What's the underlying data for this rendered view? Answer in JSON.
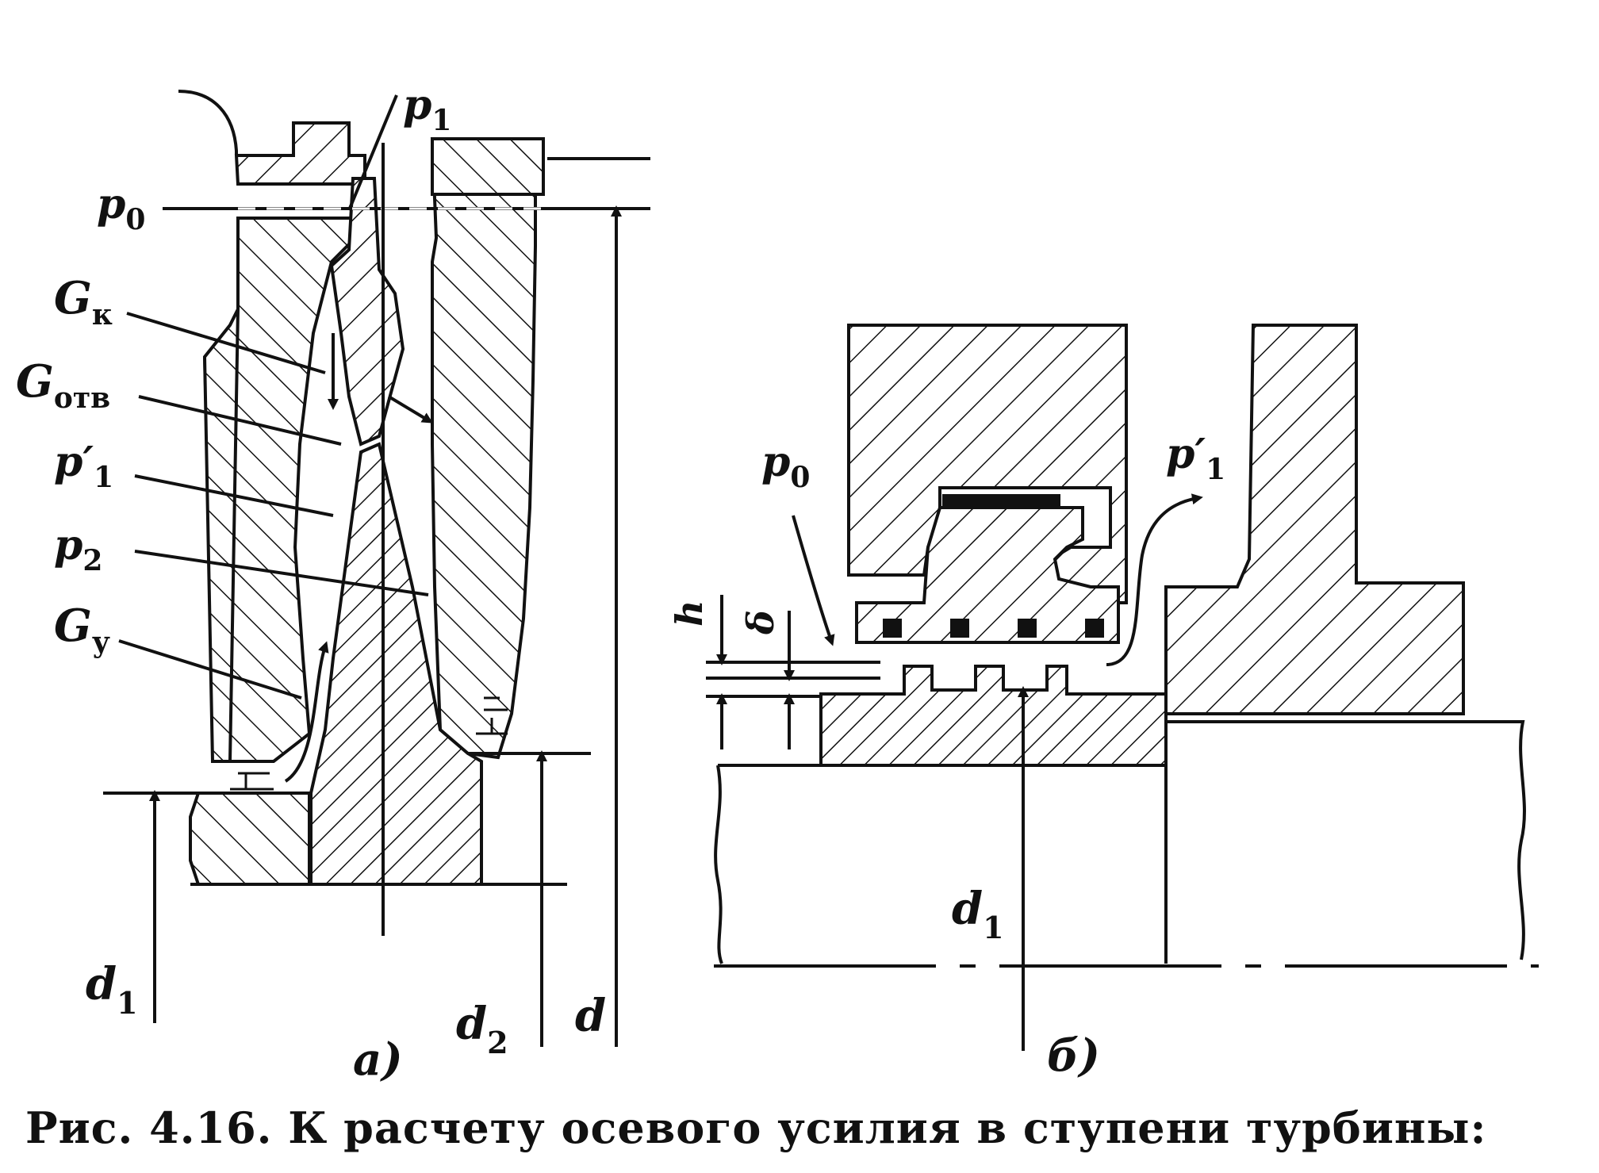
{
  "figure": {
    "caption": "Рис. 4.16. К расчету осевого усилия в ступени турбины:",
    "part_a": {
      "panel_label": "а)",
      "labels": {
        "p0": {
          "base": "p",
          "sub": "0"
        },
        "p1": {
          "base": "p",
          "sub": "1"
        },
        "Gk": {
          "base": "G",
          "sub": "к"
        },
        "Gotv": {
          "base": "G",
          "sub": "отв"
        },
        "p1prime": {
          "base": "p′",
          "sub": "1"
        },
        "p2": {
          "base": "p",
          "sub": "2"
        },
        "Gy": {
          "base": "G",
          "sub": "у"
        },
        "d1": {
          "base": "d",
          "sub": "1"
        },
        "d2": {
          "base": "d",
          "sub": "2"
        },
        "d": {
          "base": "d",
          "sub": ""
        }
      }
    },
    "part_b": {
      "panel_label": "б)",
      "labels": {
        "p0": {
          "base": "p",
          "sub": "0"
        },
        "p1prime": {
          "base": "p′",
          "sub": "1"
        },
        "h": {
          "base": "h",
          "sub": ""
        },
        "delta": {
          "base": "δ",
          "sub": ""
        },
        "d1": {
          "base": "d",
          "sub": "1"
        }
      }
    }
  },
  "colors": {
    "ink": "#111111",
    "paper": "#ffffff"
  }
}
